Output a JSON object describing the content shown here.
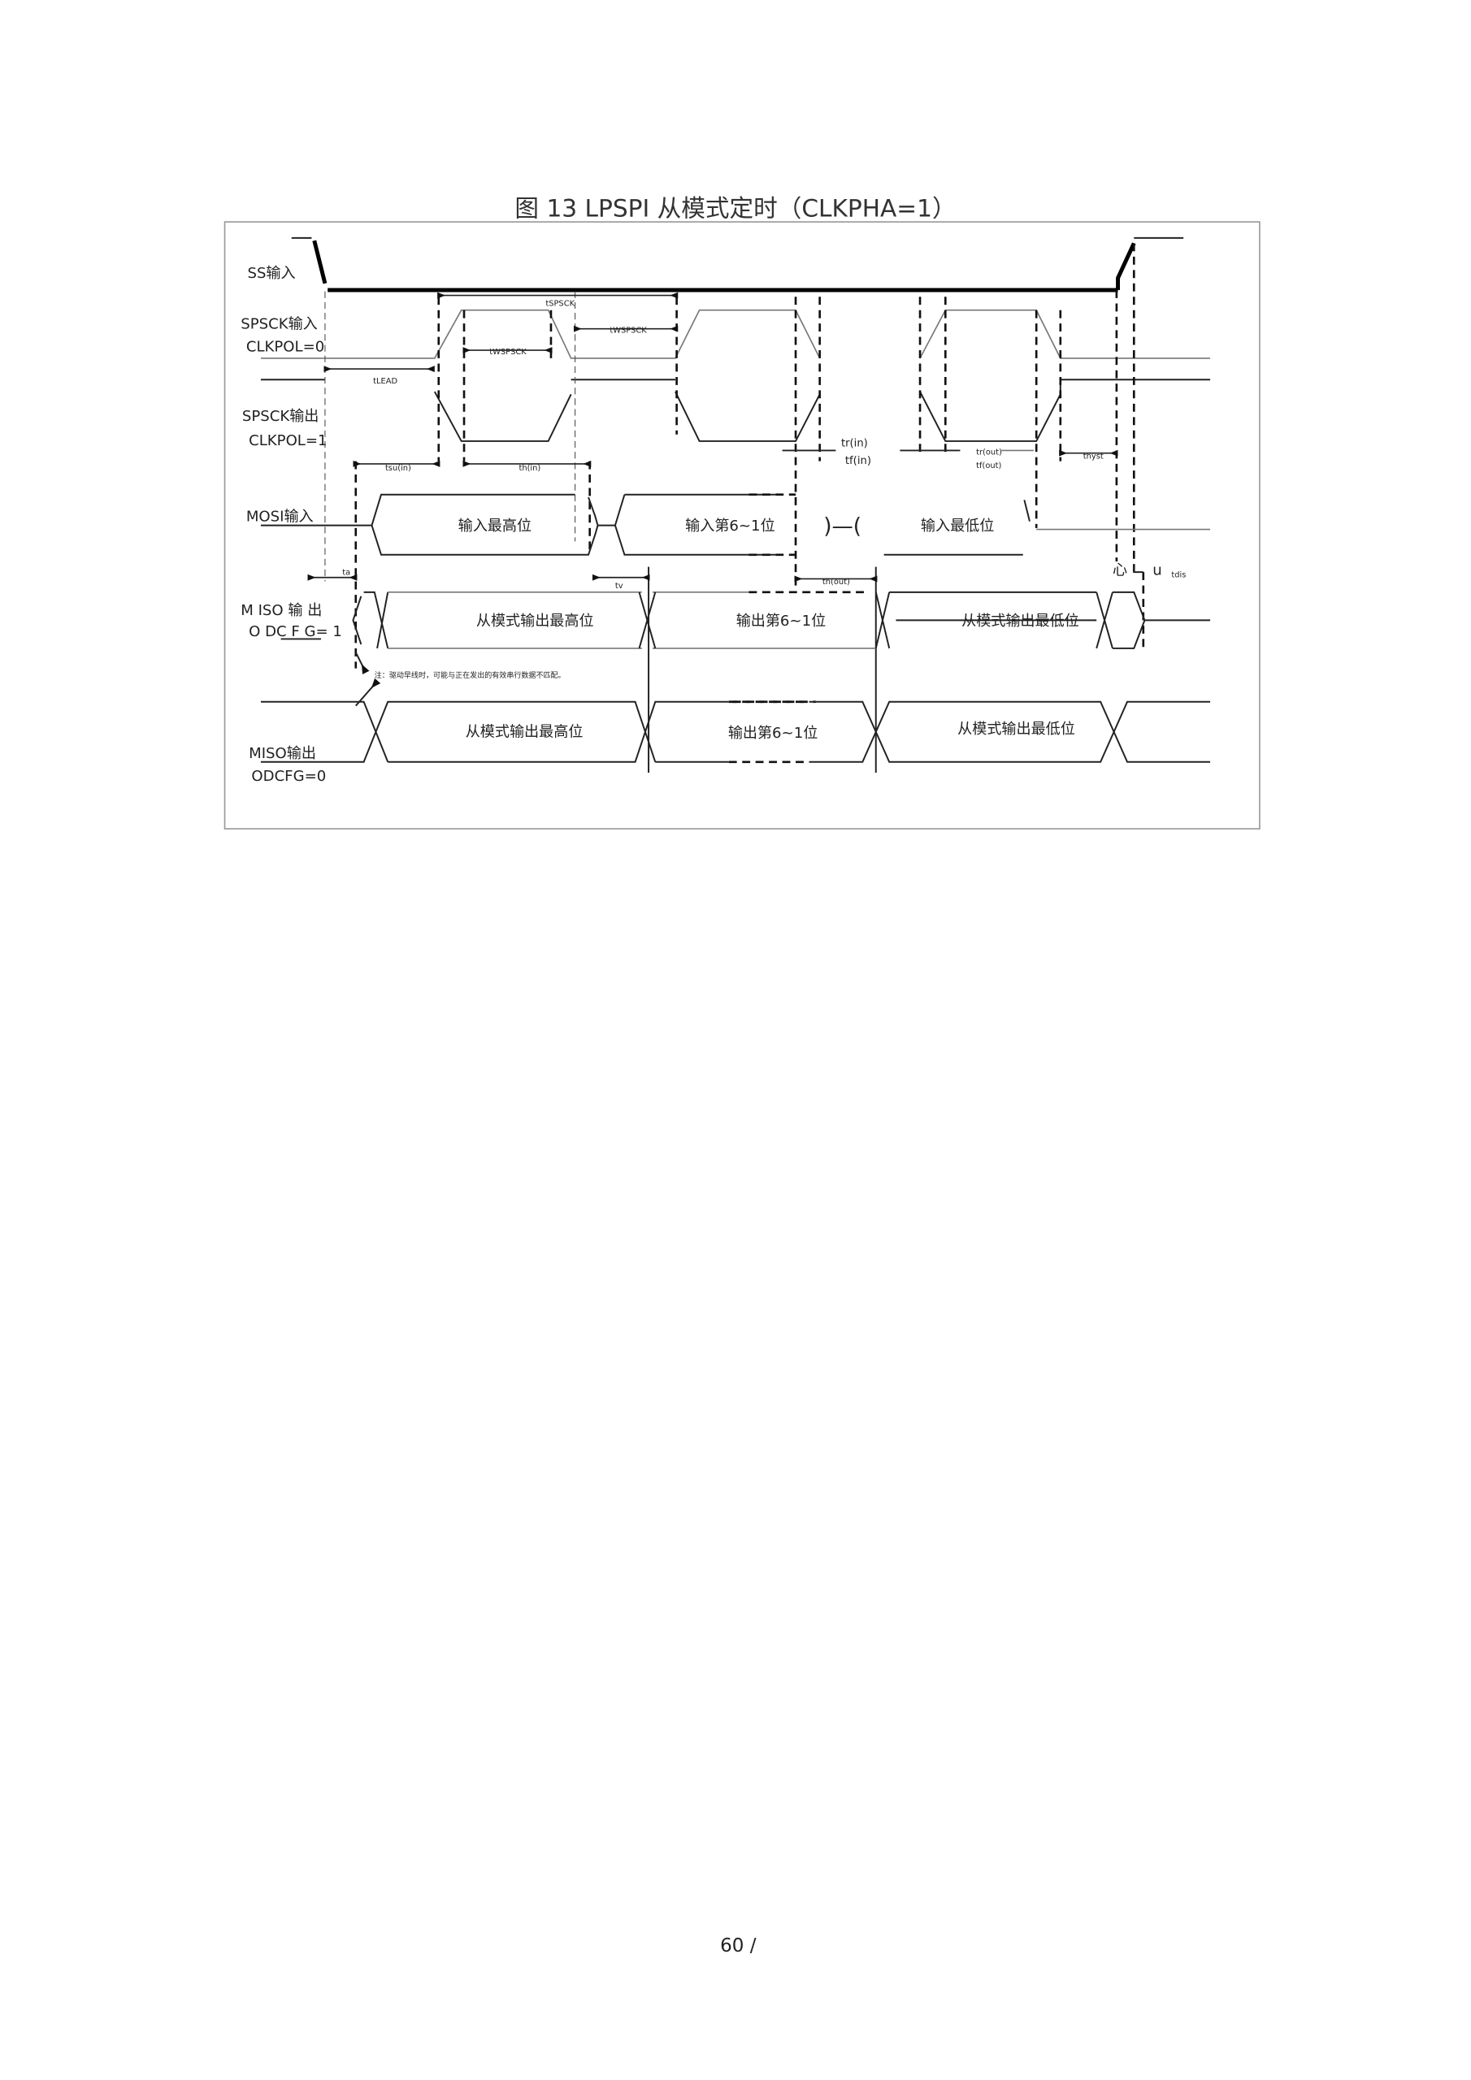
{
  "title": "图  13 LPSPI 从模式定时（CLKPHA=1）",
  "signals": {
    "ss": "SS输入",
    "spsck_in": "SPSCK输入",
    "clkpol0": "CLKPOL=0",
    "spsck_out": "SPSCK输出",
    "clkpol1": "CLKPOL=1",
    "mosi": "MOSI输入",
    "miso1_a": "M  ISO  输 出",
    "miso1_b": "O   DC  F G= 1",
    "miso0_a": "MISO输出",
    "miso0_b": "ODCFG=0"
  },
  "timing": {
    "tspsck": "tSPSCK",
    "twspsck1": "tWSPSCK",
    "twspsck2": "tWSPSCK",
    "tlead": "tLEAD",
    "tsu": "tsu(in)",
    "th_in": "th(in)",
    "tr_in": "tr(in)",
    "tf_in": "tf(in)",
    "tr_out": "tr(out)",
    "tf_out": "tf(out)",
    "thyst": "thyst",
    "ta": "ta",
    "tv": "tv",
    "th_out": "th(out)",
    "xin": "心",
    "u": "u",
    "tdis": "tdis"
  },
  "mosi_labels": [
    "输入最高位",
    "输入第6~1位",
    ")—(",
    "输入最低位"
  ],
  "miso1_labels": [
    "从模式输出最高位",
    "输出第6~1位",
    "从模式输出最低位"
  ],
  "miso0_labels": [
    "从模式输出最高位",
    "输出第6~1位",
    "从模式输出最低位"
  ],
  "note": "注：驱动早线时，可能与正在发出的有效串行数据不匹配。",
  "page_number": "60 /"
}
